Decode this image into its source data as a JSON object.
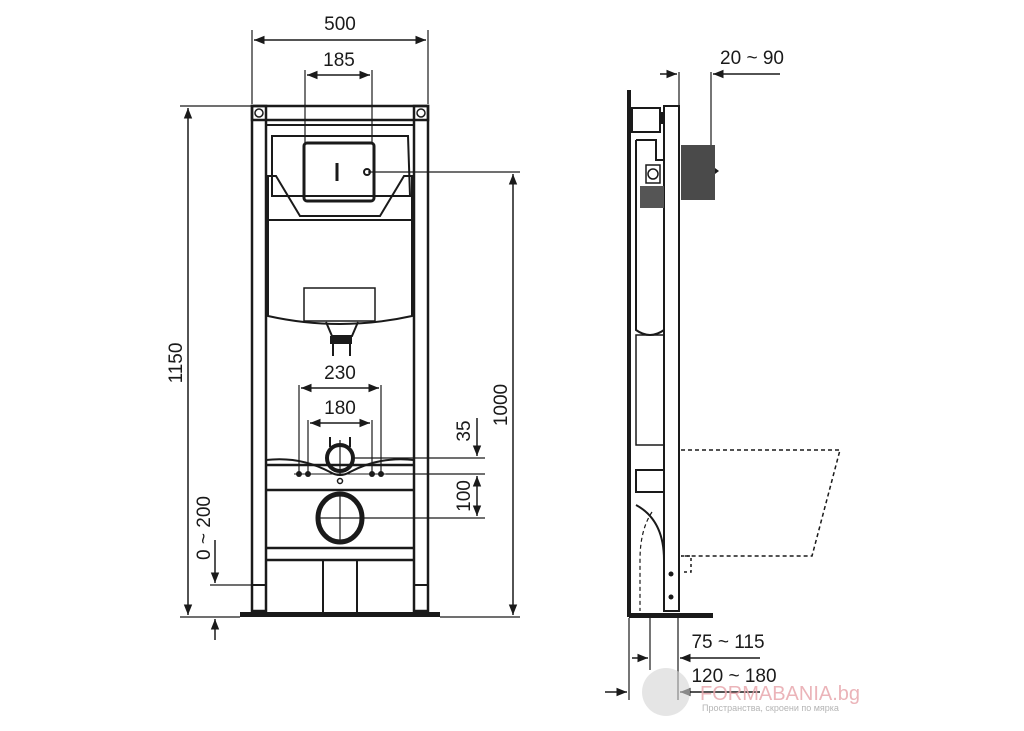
{
  "front_view": {
    "dimensions": {
      "overall_width": "500",
      "flush_plate_width": "185",
      "bolt_spacing_outer": "230",
      "bolt_spacing_inner": "180",
      "overall_height": "1150",
      "height_to_flush": "1000",
      "leg_adjustment": "0 ~ 200",
      "supply_offset": "35",
      "waste_offset": "100"
    }
  },
  "side_view": {
    "dimensions": {
      "wall_thickness": "20 ~ 90",
      "frame_depth_min": "75 ~ 115",
      "frame_depth_max": "120 ~ 180"
    }
  },
  "watermark": {
    "brand": "FORMABANIA.bg",
    "tagline": "Пространства, скроени по мярка"
  }
}
